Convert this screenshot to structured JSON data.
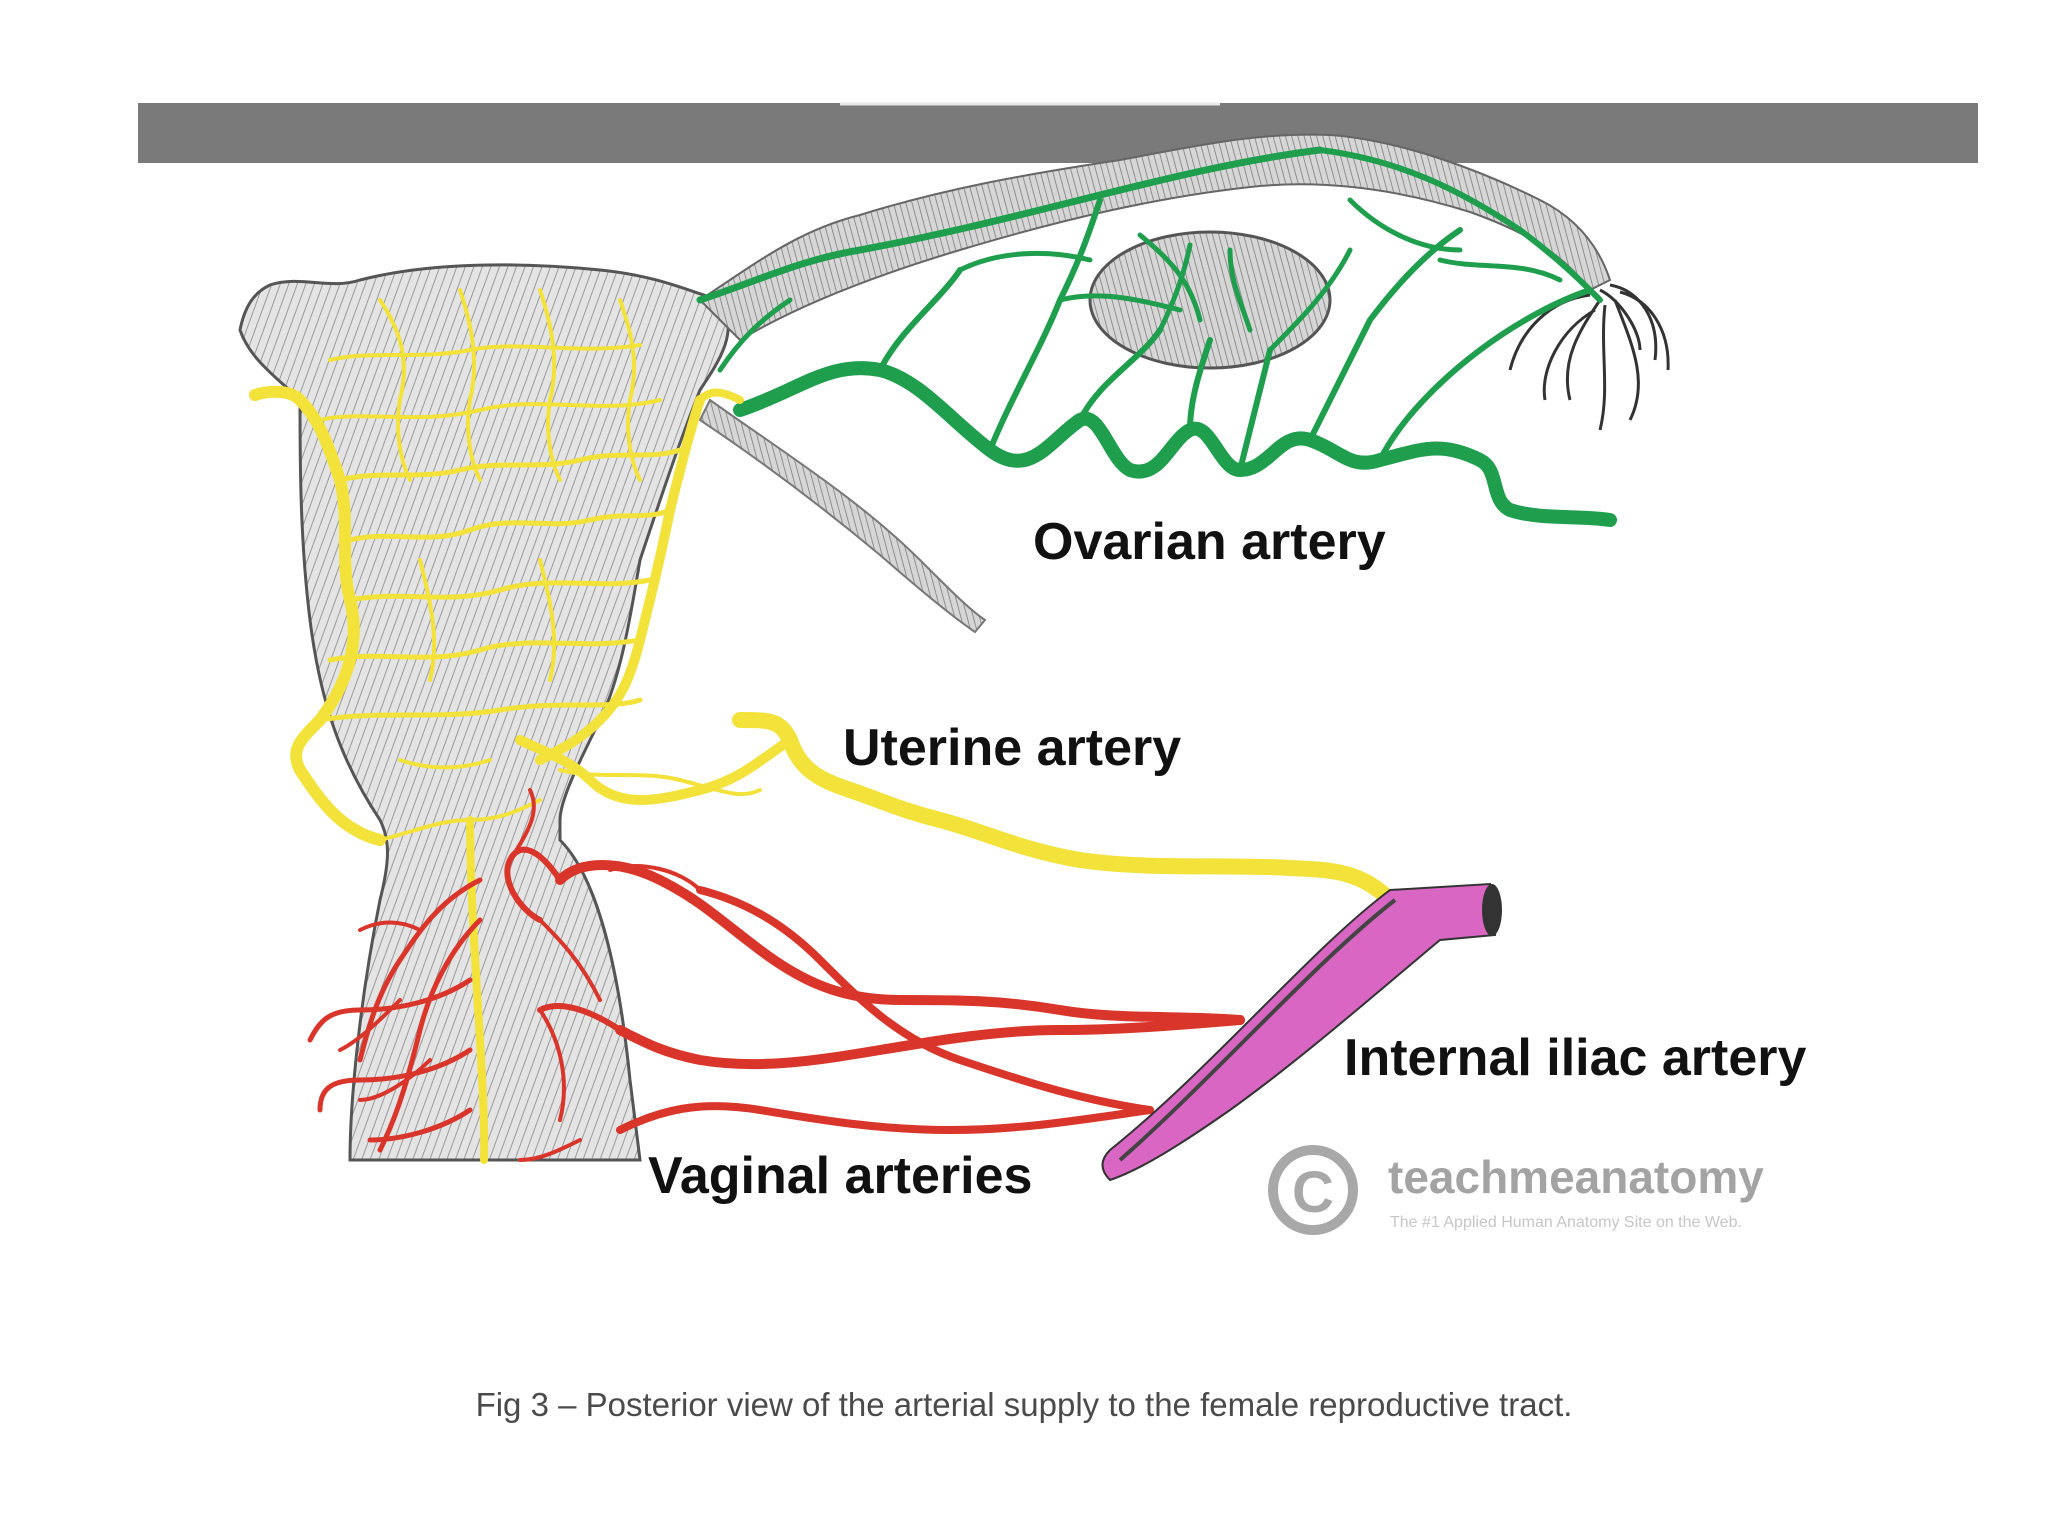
{
  "labels": {
    "ovarian": "Ovarian artery",
    "uterine": "Uterine artery",
    "internal_iliac": "Internal iliac artery",
    "vaginal": "Vaginal arteries"
  },
  "watermark": {
    "name": "teachmeanatomy",
    "tagline": "The #1 Applied Human Anatomy Site on the Web."
  },
  "caption": "Fig 3 – Posterior view of the arterial supply to the female reproductive tract.",
  "colors": {
    "header_bar": "#7a7a7a",
    "ovarian_artery": "#1f9e4e",
    "uterine_artery": "#f2e23a",
    "vaginal_arteries": "#d9352a",
    "internal_iliac_artery": "#d966c2",
    "tissue": "#cfcfcf"
  }
}
